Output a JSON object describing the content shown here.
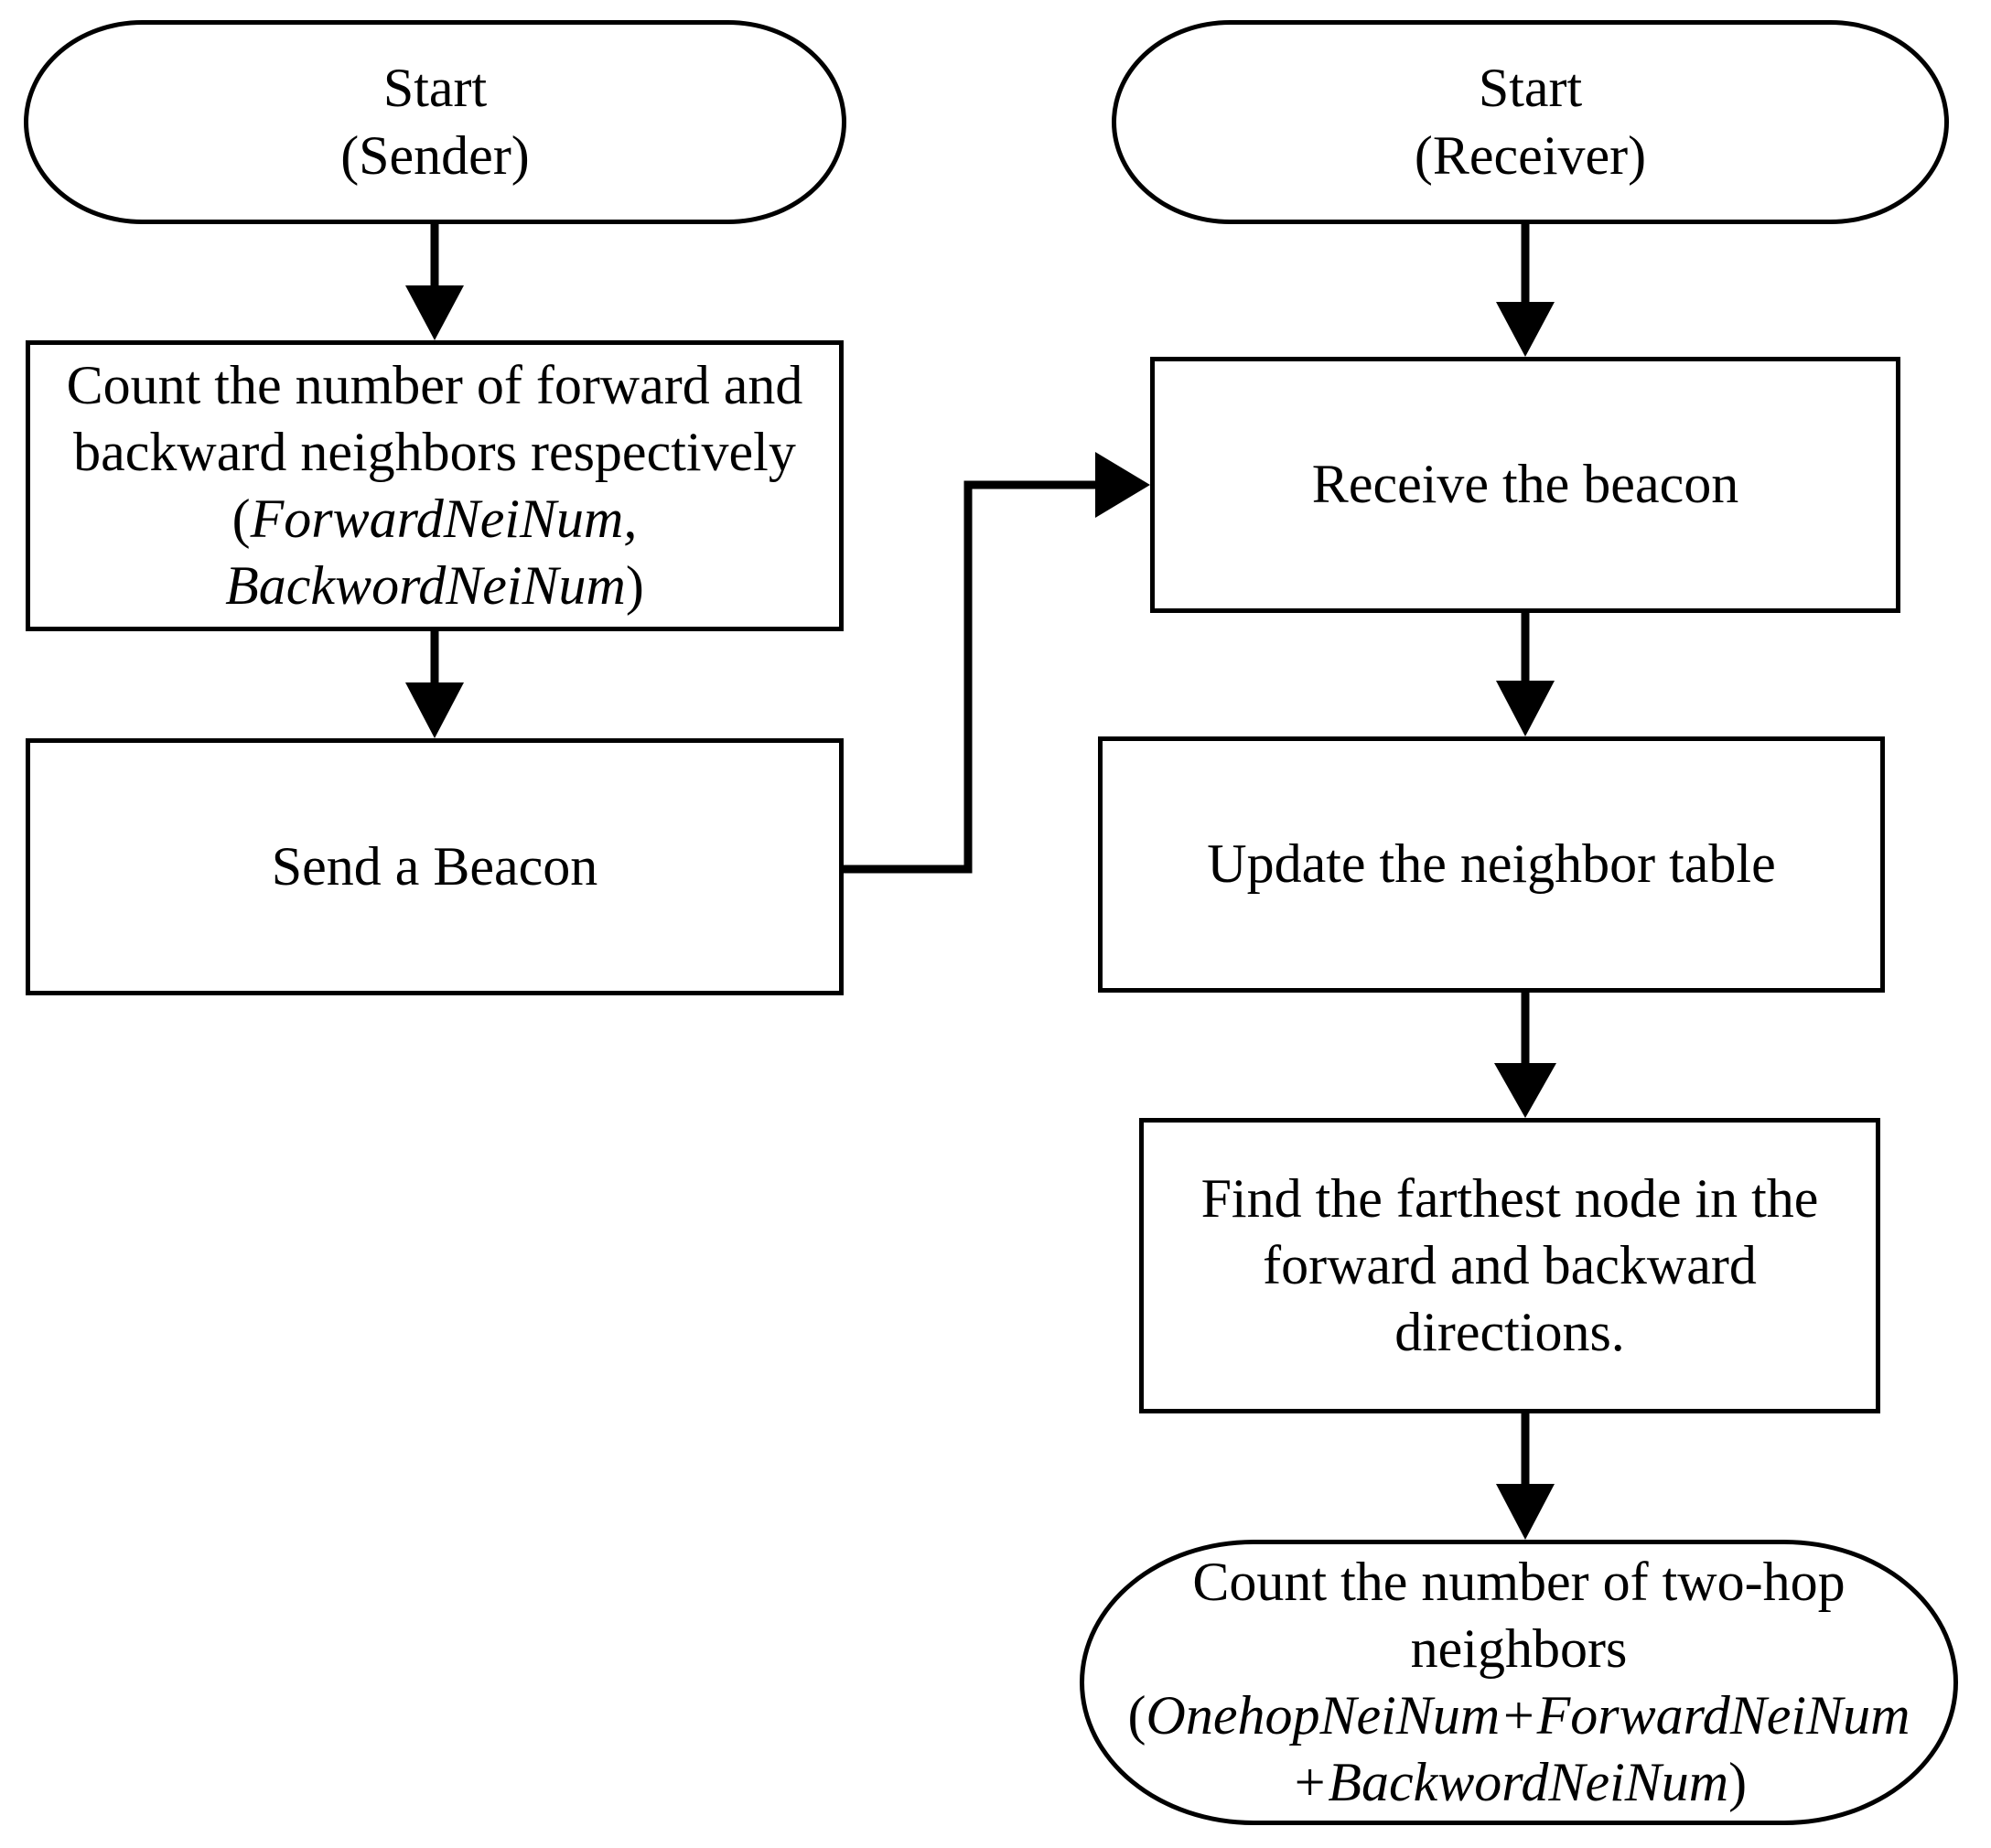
{
  "diagram": {
    "title": "Beacon exchange and two-hop neighbor counting flowchart",
    "stroke_color": "#000000",
    "fill_color": "#ffffff",
    "lanes": [
      {
        "id": "sender",
        "label": "Sender"
      },
      {
        "id": "receiver",
        "label": "Receiver"
      }
    ],
    "nodes": {
      "start_sender": {
        "shape": "terminal",
        "line1": "Start",
        "line2": "(Sender)",
        "text": "Start\n(Sender)"
      },
      "count_neighbors": {
        "shape": "process",
        "text_plain": "Count the number of forward and backward neighbors respectively (ForwardNeiNum, BackwordNeiNum)",
        "segment_1": "Count the number of forward and backward neighbors respectively (",
        "segment_italic_1": "ForwardNeiNum,",
        "segment_italic_2": "BackwordNeiNum",
        "segment_2": ")"
      },
      "send_beacon": {
        "shape": "process",
        "text": "Send a Beacon"
      },
      "start_receiver": {
        "shape": "terminal",
        "line1": "Start",
        "line2": "(Receiver)",
        "text": "Start\n(Receiver)"
      },
      "receive_beacon": {
        "shape": "process",
        "text": "Receive the beacon"
      },
      "update_table": {
        "shape": "process",
        "text": "Update the neighbor table"
      },
      "find_farthest": {
        "shape": "process",
        "text": "Find the farthest node in the forward and backward directions."
      },
      "count_two_hop": {
        "shape": "terminal",
        "text_plain": "Count the number of two-hop neighbors (OnehopNeiNum+ForwardNeiNum +BackwordNeiNum)",
        "segment_1": "Count the number of two-hop neighbors (",
        "segment_italic_1": "OnehopNeiNum+ForwardNeiNum",
        "segment_italic_2": "+BackwordNeiNum",
        "segment_2": ")"
      }
    },
    "edges": [
      {
        "from": "start_sender",
        "to": "count_neighbors",
        "kind": "straight-down",
        "arrow": true
      },
      {
        "from": "count_neighbors",
        "to": "send_beacon",
        "kind": "straight-down",
        "arrow": true
      },
      {
        "from": "send_beacon",
        "to": "receive_beacon",
        "kind": "orthogonal-right-up-right",
        "arrow": true
      },
      {
        "from": "start_receiver",
        "to": "receive_beacon",
        "kind": "straight-down",
        "arrow": true
      },
      {
        "from": "receive_beacon",
        "to": "update_table",
        "kind": "straight-down",
        "arrow": true
      },
      {
        "from": "update_table",
        "to": "find_farthest",
        "kind": "straight-down",
        "arrow": true
      },
      {
        "from": "find_farthest",
        "to": "count_two_hop",
        "kind": "straight-down",
        "arrow": true
      }
    ]
  }
}
